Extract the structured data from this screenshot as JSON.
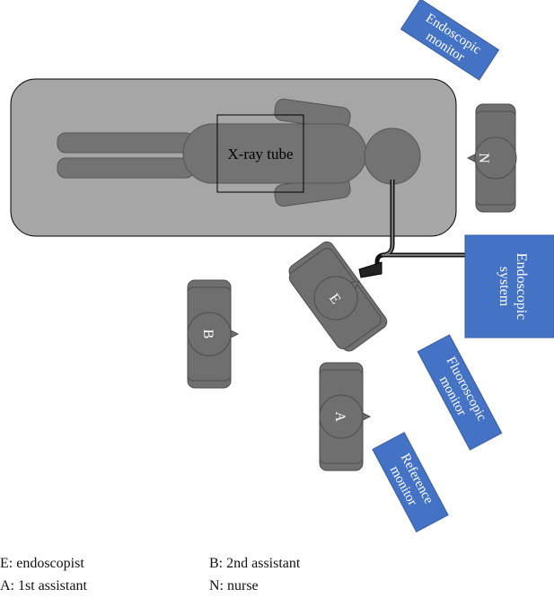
{
  "labels": {
    "xray_tube": "X-ray tube",
    "endoscopic_monitor_line1": "Endoscopic",
    "endoscopic_monitor_line2": "monitor",
    "endoscopic_system_line1": "Endoscopic",
    "endoscopic_system_line2": "system",
    "fluoroscopic_monitor_line1": "Fluoroscopic",
    "fluoroscopic_monitor_line2": "monitor",
    "reference_monitor_line1": "Reference",
    "reference_monitor_line2": "monitor"
  },
  "people": {
    "nurse": "N",
    "endoscopist": "E",
    "second_assistant": "B",
    "first_assistant": "A"
  },
  "legend": {
    "e": "E: endoscopist",
    "a": "A: 1st assistant",
    "b": "B: 2nd assistant",
    "n": "N: nurse"
  },
  "colors": {
    "table_fill": "#a6a6a6",
    "person_fill": "#6f6f6f",
    "device_fill": "#4472c4"
  }
}
